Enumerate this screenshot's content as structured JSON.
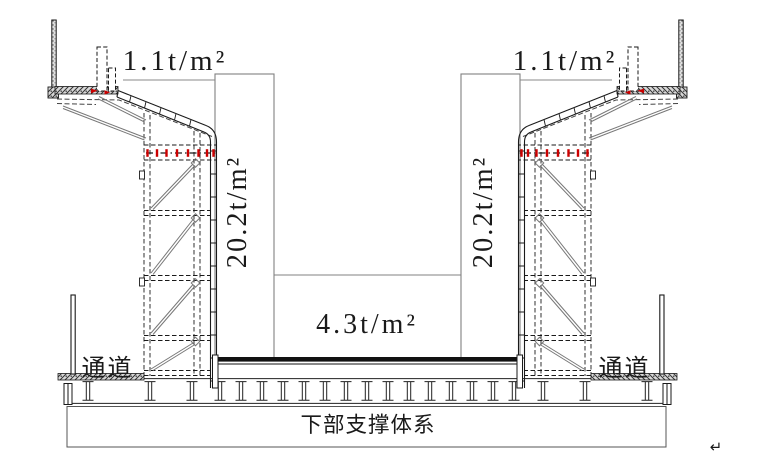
{
  "drawing": {
    "load_labels": {
      "left_wing": "1.1t/m²",
      "right_wing": "1.1t/m²",
      "left_web": "20.2t/m²",
      "right_web": "20.2t/m²",
      "bottom_deck": "4.3t/m²"
    },
    "text_labels": {
      "left_passage": "通道",
      "right_passage": "通道",
      "lower_support": "下部支撑体系",
      "return_mark": "↵"
    },
    "colors": {
      "line": "#1a1a1a",
      "box_outline": "#808080",
      "tie_marker_red": "#cc0000",
      "background": "#ffffff"
    }
  }
}
